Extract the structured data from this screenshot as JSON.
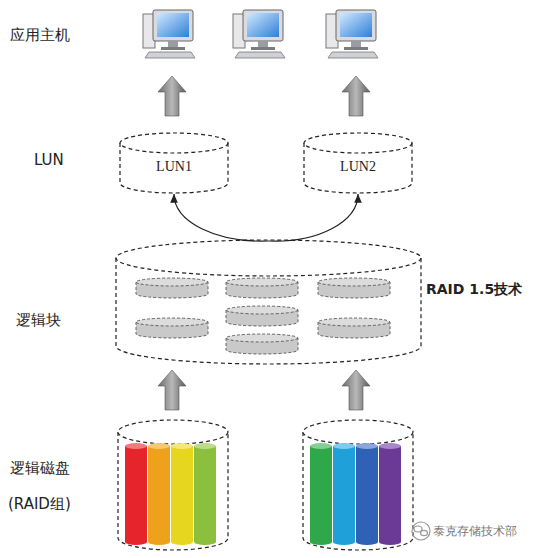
{
  "diagram": {
    "nodes": [
      {
        "text": [
          "LUN1"
        ]
      },
      {
        "text": [
          "LUN2"
        ]
      },
      {
        "text": [
          "RAID 1.5技术"
        ]
      }
    ],
    "edges": [
      {
        "from": 2,
        "to": 0,
        "arrow": "to"
      },
      {
        "from": 2,
        "to": 1,
        "arrow": "to"
      }
    ],
    "labels": [
      "应用主机",
      "LUN",
      "逻辑块",
      "逻辑磁盘",
      "(RAID组)",
      "泰克存储技术部"
    ]
  }
}
